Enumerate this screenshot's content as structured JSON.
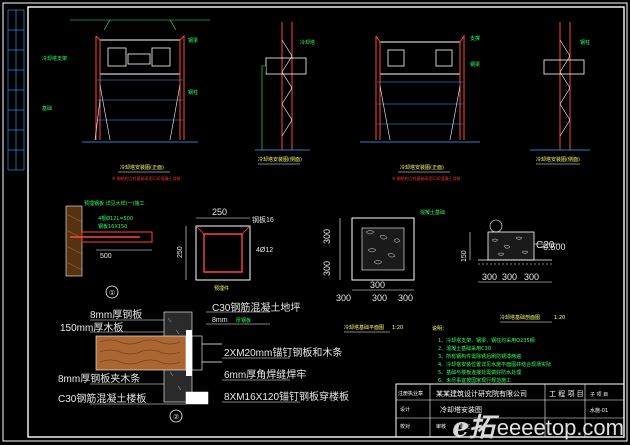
{
  "watermark": {
    "logo": "e拓",
    "url": "eeeetop.com"
  },
  "top_views": {
    "captions": [
      "冷却塔安装图(正面)",
      "冷却塔安装图(侧面)",
      "冷却塔安装图(正面)",
      "冷却塔安装图(侧面)"
    ],
    "captions_red": [
      "※ 钢结构立柱基础采用C30混凝土浇筑",
      "※ 钢结构立柱基础采用C30混凝土浇筑"
    ],
    "label_notes": [
      "冷却塔支架",
      "钢梁",
      "钢柱",
      "基础",
      "冷却塔",
      "支撑",
      "钢梁",
      "钢柱"
    ]
  },
  "mid_left": {
    "note_top": "预埋钢板 详见大样(一)施工",
    "rebar_label": "4根Ø12L=500",
    "rebar_label2": "钢板16X150",
    "dim_500": "500"
  },
  "plate_detail": {
    "dim_top": "250",
    "dim_left": "250",
    "plate_label": "钢板16",
    "anchor_label": "4Ø12",
    "caption": "预埋件"
  },
  "footing_plan": {
    "note": "混凝土基础",
    "dim_300a": "300",
    "dim_300b": "300",
    "dim_300c": "300",
    "dim_300d": "300",
    "dim_300e": "300",
    "dim_300f": "300",
    "caption": "冷却塔基础平面图",
    "scale": "1:20"
  },
  "footing_section": {
    "label": "C20",
    "level": "-0.500",
    "dim_150": "150",
    "dim_300a": "300",
    "dim_300b": "300",
    "dim_300c": "300",
    "caption": "冷却塔基础剖面图",
    "scale": "1:20"
  },
  "bottom_detail": {
    "label_c30_top": "C30钢筋混凝土地坪",
    "label_8mm": "8mm厚钢板",
    "label_150": "150mm厚木板",
    "label_2xm": "2XM20mm锚钉钢板和木条",
    "label_6mm": "6mm厚角焊缝焊牢",
    "label_8mm_b": "8mm厚钢板夹木条",
    "label_c30_bot": "C30钢筋混凝土楼板",
    "label_8xm": "8XM16X120锚钉钢板穿楼板",
    "label_t1": "8mm",
    "label_t2": "厚钢板"
  },
  "notes": {
    "heading": "说明：",
    "lines": [
      "1、冷却塔支架、钢梁、钢柱均采用Q235钢",
      "2、混凝土基础采用C30",
      "3、所有钢构件需除锈后刷防锈漆两遍",
      "4、冷却塔安装位置详见水施平面图并结合现场实际",
      "5、基础与楼板连接处需做好防水处理",
      "6、未尽事宜按国家现行规范施工"
    ]
  },
  "title_block": {
    "company": "某某建筑设计研究院有限公司",
    "project_label": "工 程 项 目",
    "sub_label": "子 项 目",
    "row_left": "注册执业章",
    "drawing_name": "冷却塔安装图",
    "cells": [
      "设计",
      "校对",
      "审核",
      "审定"
    ],
    "number": "水施-01"
  },
  "markers": {
    "m1": "①",
    "m2": "②"
  }
}
